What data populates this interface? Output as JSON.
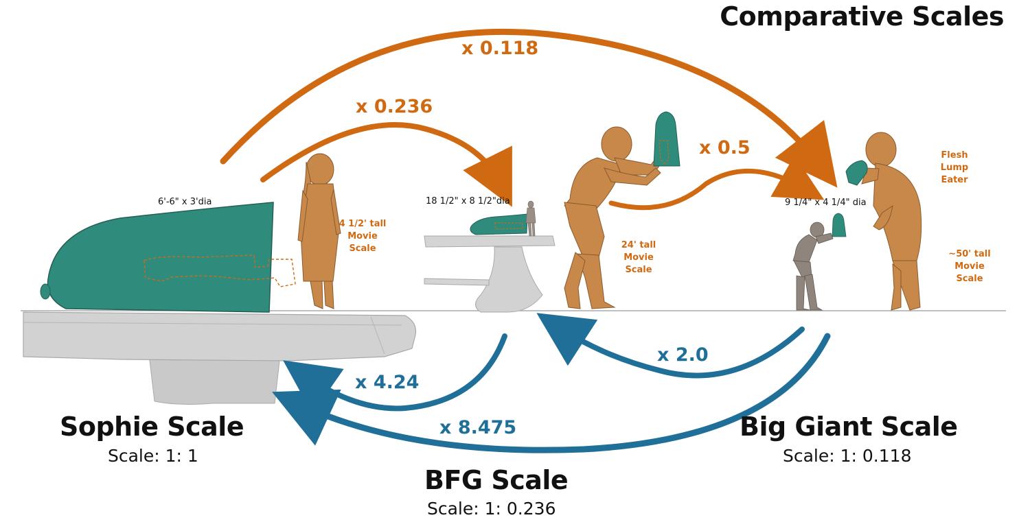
{
  "title": "Comparative Scales",
  "scales": [
    {
      "name": "Sophie Scale",
      "ratio": "Scale: 1: 1"
    },
    {
      "name": "BFG Scale",
      "ratio": "Scale: 1: 0.236"
    },
    {
      "name": "Big Giant Scale",
      "ratio": "Scale: 1: 0.118"
    }
  ],
  "multipliers_forward": [
    "x 0.118",
    "x 0.236",
    "x 0.5"
  ],
  "multipliers_back": [
    "x 2.0",
    "x 4.24",
    "x 8.475"
  ],
  "dimensions": [
    "6'-6\" x 3'dia",
    "18 1/2\" x 8 1/2\"dia",
    "9 1/4\" x 4 1/4\" dia"
  ],
  "figure_notes": {
    "sophie": [
      "4 1/2' tall",
      "Movie",
      "Scale"
    ],
    "bfg": [
      "24' tall",
      "Movie",
      "Scale"
    ],
    "giant_name": [
      "Flesh",
      "Lump",
      "Eater"
    ],
    "giant": [
      "~50' tall",
      "Movie",
      "Scale"
    ]
  },
  "colors": {
    "orange": "#d06a12",
    "blue": "#1f6f98",
    "jar": "#2f8c7c",
    "figure": "#c7884a",
    "table": "#cccccc"
  }
}
